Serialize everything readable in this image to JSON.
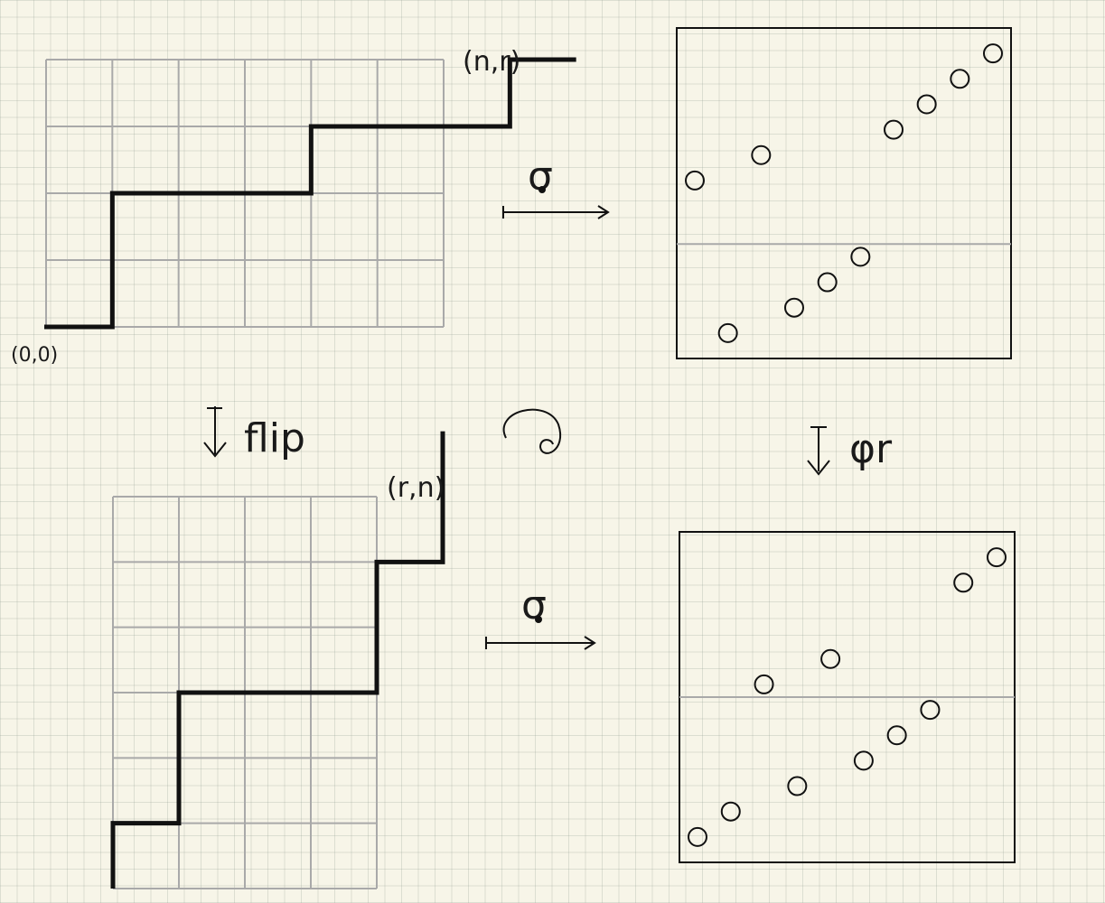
{
  "labels": {
    "top_path_end": "(n,r)",
    "top_path_origin": "(0,0)",
    "bottom_path_end": "(r,n)",
    "flip": "flip",
    "sigma_top": "σ",
    "sigma_bottom": "σ",
    "phi_r": "φr"
  },
  "top_path": {
    "cols": 6,
    "rows": 4,
    "steps": "RUURRRURRRUR"
  },
  "bottom_path": {
    "cols": 4,
    "rows": 6,
    "steps": "URUURRRUURUU"
  },
  "top_permutation": {
    "n": 10,
    "values": [
      7,
      1,
      8,
      2,
      3,
      4,
      9,
      10,
      11,
      12
    ],
    "split": 4
  },
  "bottom_permutation": {
    "n": 10,
    "values": [
      1,
      2,
      7,
      3,
      8,
      4,
      5,
      6,
      11,
      12
    ],
    "split": 6
  },
  "colors": {
    "ink": "#1a1a1a",
    "grid": "#a9a9a9",
    "paper": "#f7f5e8"
  }
}
